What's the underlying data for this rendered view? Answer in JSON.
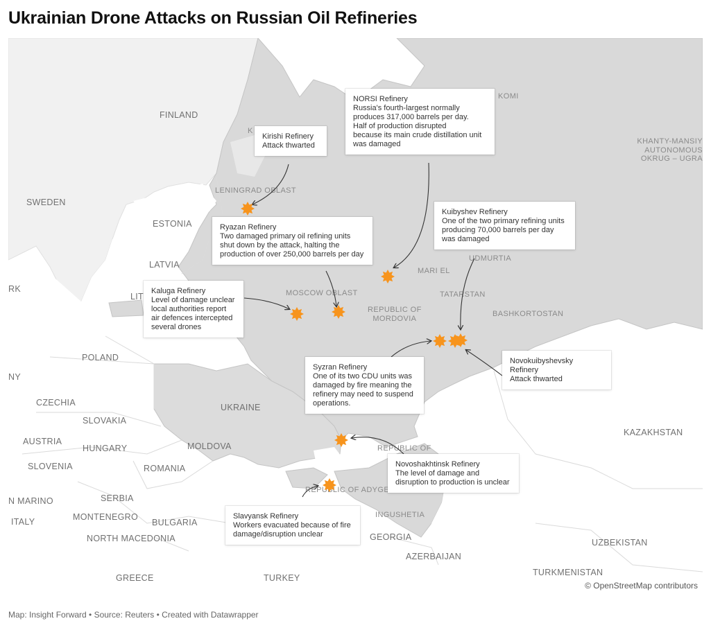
{
  "title": "Ukrainian Drone Attacks on Russian Oil Refineries",
  "footer": "Map: Insight Forward • Source: Reuters • Created with Datawrapper",
  "attribution": "© OpenStreetMap contributors",
  "colors": {
    "highlight_land": "#d9d9d9",
    "other_land": "#f1f1f1",
    "water": "#ffffff",
    "marker": "#f7941d"
  },
  "country_labels": {
    "finland": "FINLAND",
    "sweden": "SWEDEN",
    "estonia": "ESTONIA",
    "latvia": "LATVIA",
    "lithuania_partial": "LIT",
    "rk_partial": "RK",
    "poland": "POLAND",
    "ny_partial": "NY",
    "czechia": "CZECHIA",
    "slovakia": "SLOVAKIA",
    "austria": "AUSTRIA",
    "hungary": "HUNGARY",
    "slovenia": "SLOVENIA",
    "ukraine": "UKRAINE",
    "moldova": "MOLDOVA",
    "romania": "ROMANIA",
    "san_marino_partial": "N MARINO",
    "serbia": "SERBIA",
    "montenegro": "MONTENEGRO",
    "italy": "ITALY",
    "bulgaria": "BULGARIA",
    "north_macedonia": "NORTH MACEDONIA",
    "greece": "GREECE",
    "turkey": "TURKEY",
    "georgia": "GEORGIA",
    "azerbaijan": "AZERBAIJAN",
    "kazakhstan": "KAZAKHSTAN",
    "uzbekistan": "UZBEKISTAN",
    "turkmenistan": "TURKMENISTAN",
    "komi": "KOMI",
    "khanty": "KHANTY-MANSIY\nAUTONOMOUS\nOKRUG – UGRA"
  },
  "region_labels": {
    "leningrad": "LENINGRAD OBLAST",
    "moscow": "MOSCOW OBLAST",
    "mordovia": "REPUBLIC OF\nMORDOVIA",
    "mari_el": "MARI EL",
    "udmurtia": "UDMURTIA",
    "tatarstan": "TATARSTAN",
    "bashkortostan": "BASHKORTOSTAN",
    "adygea": "REPUBLIC OF ADYGEA",
    "republic_k": "REPUBLIC OF\nK",
    "ingushetia": "INGUSHETIA",
    "k_partial": "K"
  },
  "refineries": [
    {
      "id": "kirishi",
      "title": "Kirishi Refinery",
      "body": "Attack thwarted"
    },
    {
      "id": "norsi",
      "title": "NORSI Refinery",
      "body": "Russia's fourth-largest normally\nproduces 317,000 barrels per day.\nHalf of production disrupted\nbecause its main crude distillation unit\nwas damaged"
    },
    {
      "id": "ryazan",
      "title": "Ryazan Refinery",
      "body": "Two damaged primary oil refining units\nshut down by the attack, halting the\nproduction of over 250,000 barrels per day"
    },
    {
      "id": "kuibyshev",
      "title": "Kuibyshev Refinery",
      "body": "One of the two primary refining units\nproducing 70,000 barrels per day\nwas damaged"
    },
    {
      "id": "kaluga",
      "title": "Kaluga Refinery",
      "body": "Level of damage unclear\nlocal authorities report\nair defences intercepted\nseveral drones"
    },
    {
      "id": "novokuibyshevsky",
      "title": "Novokuibyshevsky Refinery",
      "body": "Attack thwarted"
    },
    {
      "id": "syzran",
      "title": "Syzran Refinery",
      "body": "One of its two CDU units was\ndamaged by fire meaning the\nrefinery may need to suspend\noperations."
    },
    {
      "id": "novoshakhtinsk",
      "title": "Novoshakhtinsk Refinery",
      "body": "The level of damage and\ndisruption to production is unclear"
    },
    {
      "id": "slavyansk",
      "title": "Slavyansk Refinery",
      "body": "Workers evacuated because of fire\ndamage/disruption unclear"
    }
  ]
}
